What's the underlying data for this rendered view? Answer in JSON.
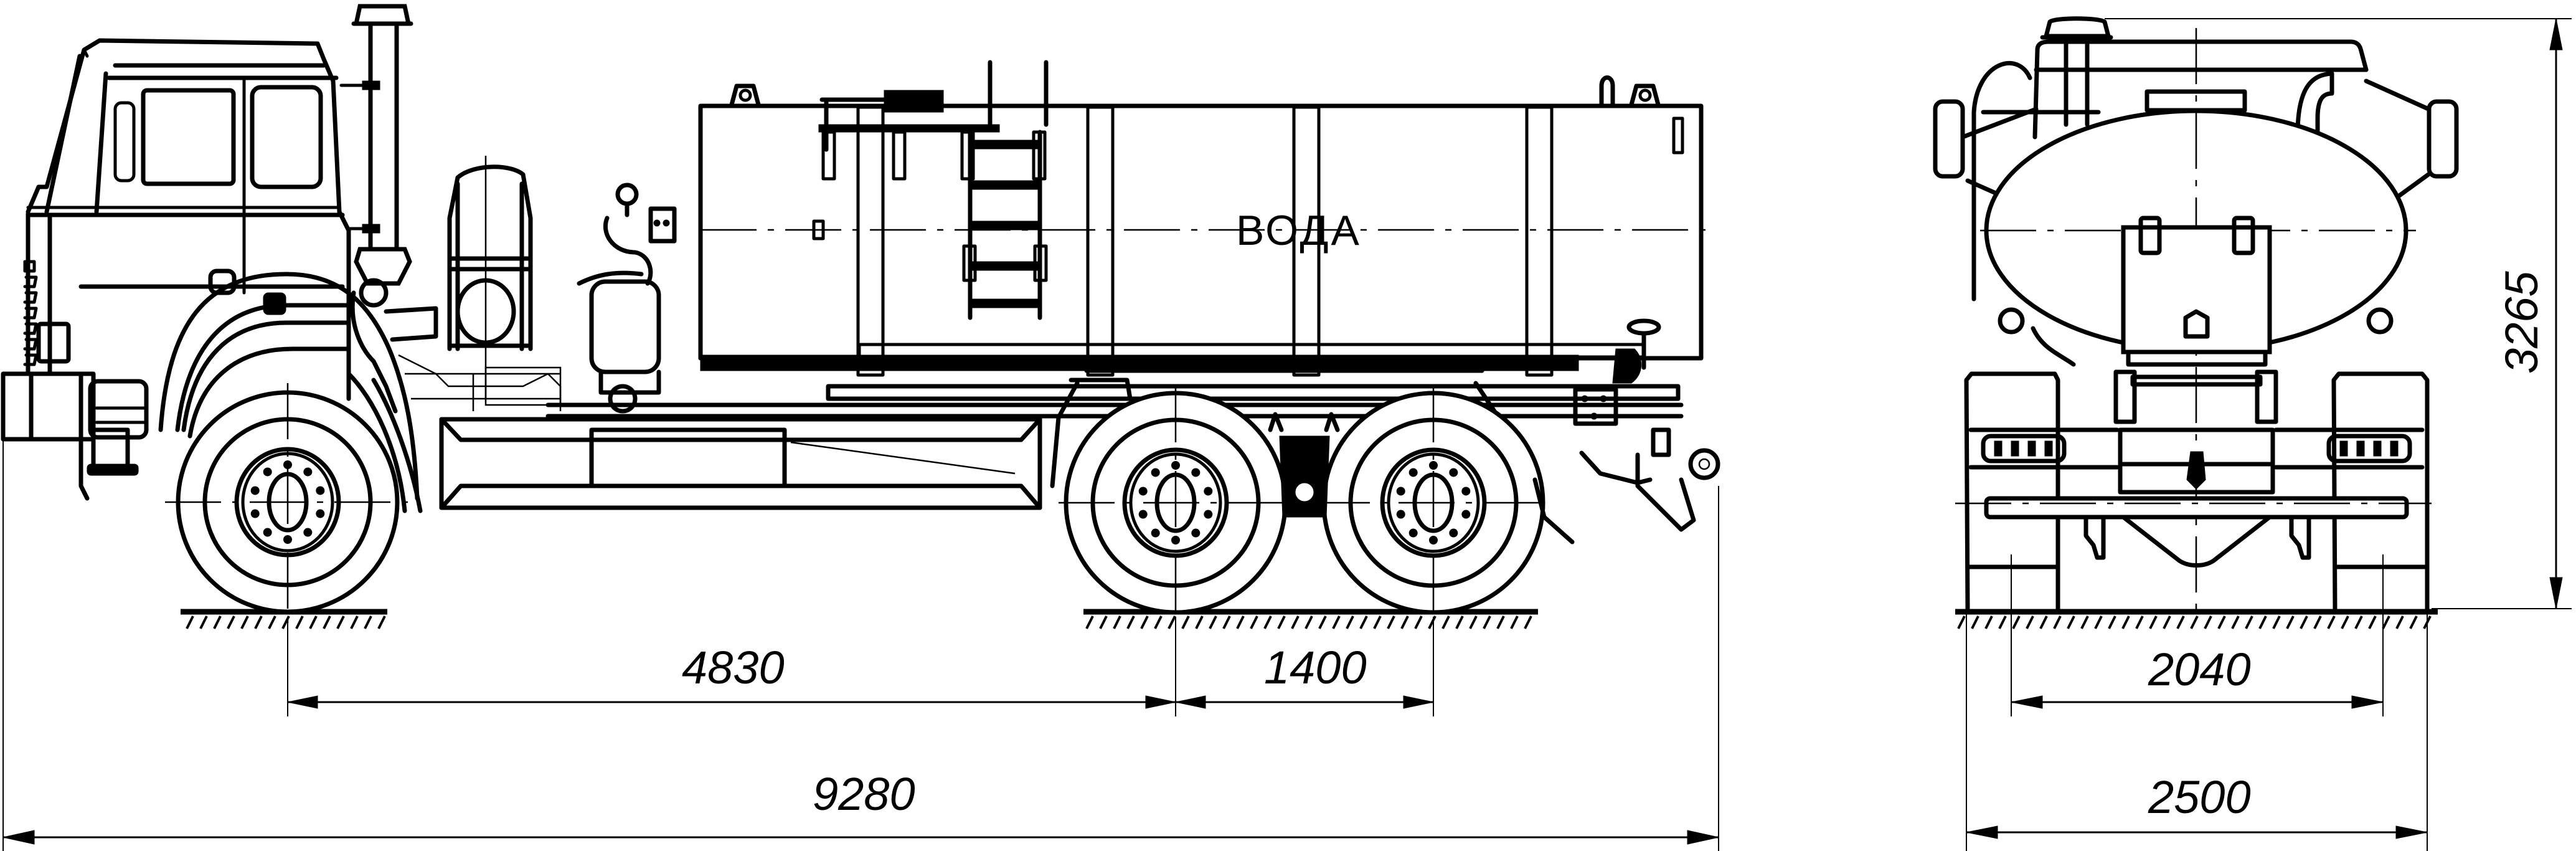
{
  "drawing": {
    "title": "Water tanker truck — general arrangement (side view and rear view)",
    "tank_label": "ВОДА",
    "units": "mm"
  },
  "dimensions": {
    "side_view": {
      "wheelbase_front_to_rear_axle": "4830",
      "rear_axle_spacing": "1400",
      "overall_length": "9280"
    },
    "rear_view": {
      "track_width": "2040",
      "overall_width": "2500",
      "overall_height": "3265"
    }
  },
  "views": [
    {
      "name": "side-view",
      "axles": 3
    },
    {
      "name": "rear-view"
    }
  ]
}
